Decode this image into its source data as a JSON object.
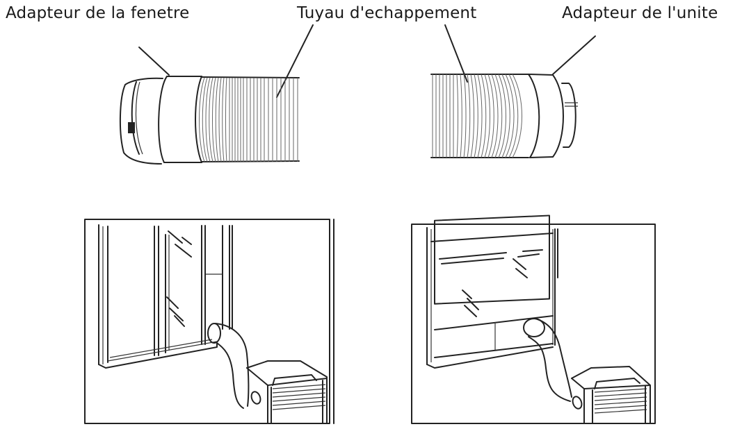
{
  "labels": {
    "window_adapter": "Adapteur de la fenetre",
    "exhaust_hose": "Tuyau d'echappement",
    "unit_adapter": "Adapteur de l'unite"
  },
  "figures": {
    "top": "exhaust-hose-assembly",
    "bottom_left": "sliding-window-installation",
    "bottom_right": "hung-window-installation"
  },
  "colors": {
    "line": "#222222",
    "background": "#ffffff"
  }
}
